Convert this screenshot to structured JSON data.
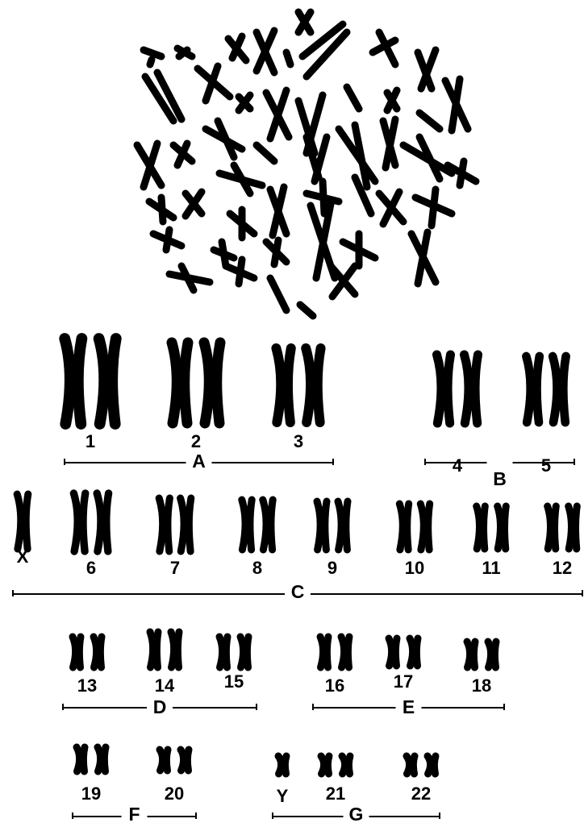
{
  "colors": {
    "ink": "#000000",
    "background": "#ffffff"
  },
  "chromosome_labels": [
    "1",
    "2",
    "3",
    "4",
    "5",
    "X",
    "6",
    "7",
    "8",
    "9",
    "10",
    "11",
    "12",
    "13",
    "14",
    "15",
    "16",
    "17",
    "18",
    "19",
    "20",
    "Y",
    "21",
    "22"
  ],
  "groups": [
    {
      "letter": "A",
      "members": [
        "1",
        "2",
        "3"
      ]
    },
    {
      "letter": "B",
      "members": [
        "4",
        "5"
      ]
    },
    {
      "letter": "C",
      "members": [
        "X",
        "6",
        "7",
        "8",
        "9",
        "10",
        "11",
        "12"
      ]
    },
    {
      "letter": "D",
      "members": [
        "13",
        "14",
        "15"
      ]
    },
    {
      "letter": "E",
      "members": [
        "16",
        "17",
        "18"
      ]
    },
    {
      "letter": "F",
      "members": [
        "19",
        "20"
      ]
    },
    {
      "letter": "G",
      "members": [
        "Y",
        "21",
        "22"
      ]
    }
  ]
}
